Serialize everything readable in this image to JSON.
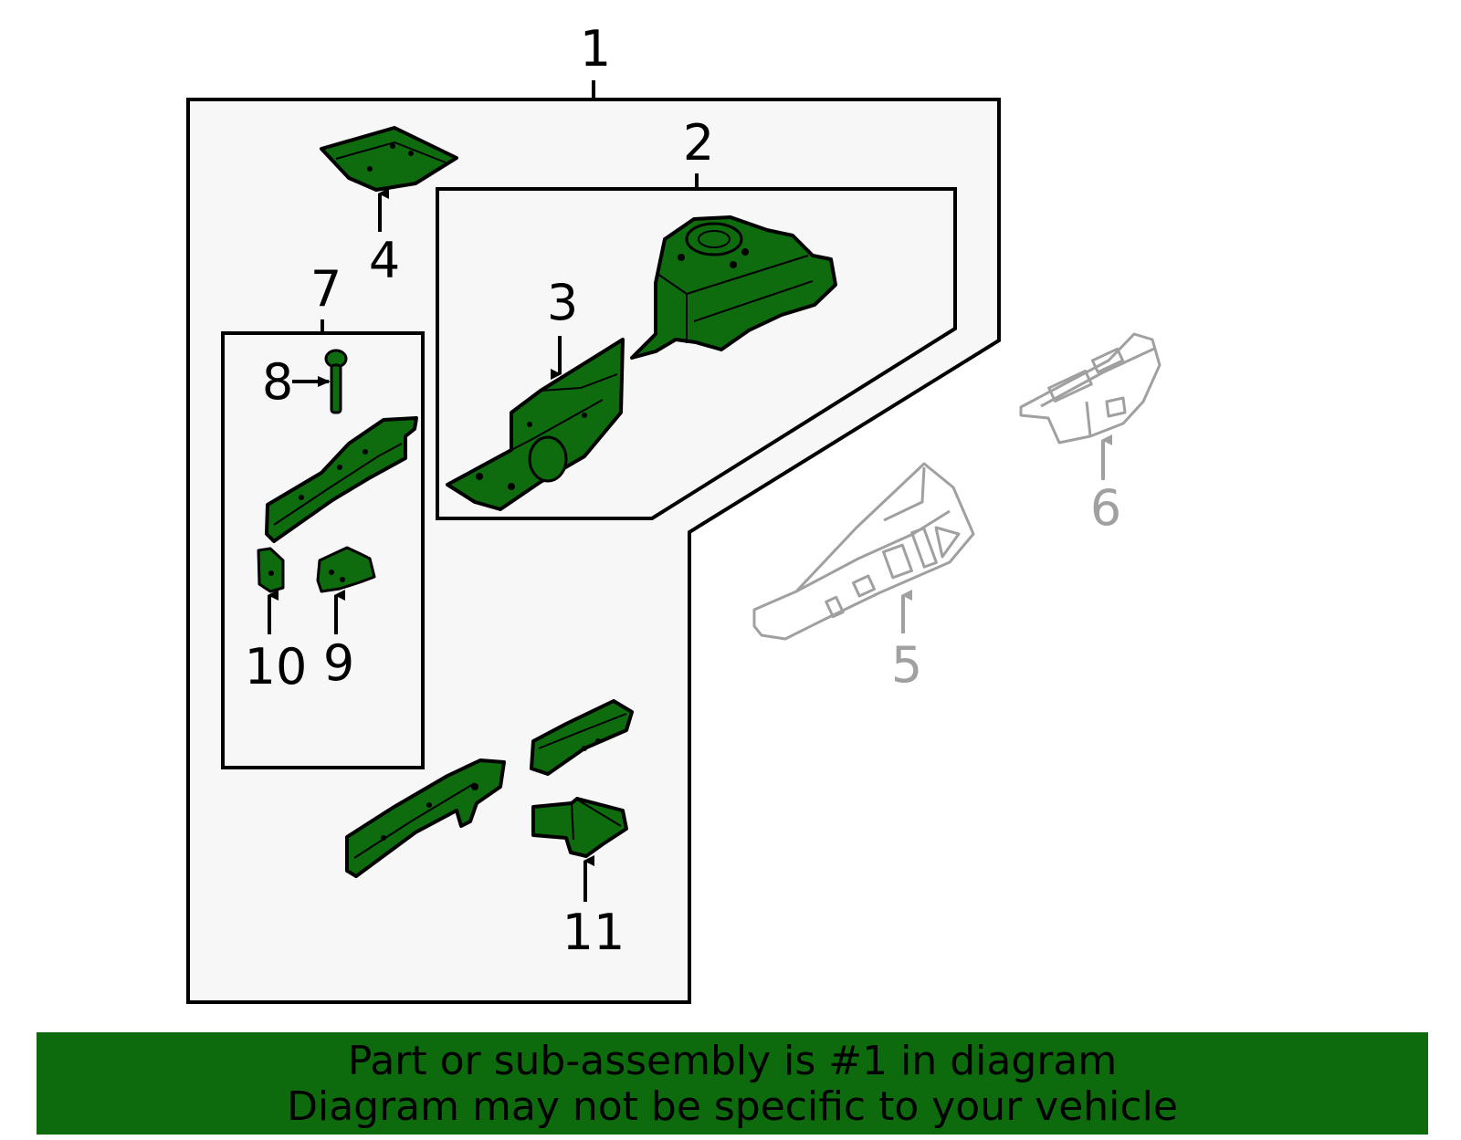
{
  "colors": {
    "part_fill": "#0e6b0e",
    "outline": "#000000",
    "box_fill": "#f7f7f7",
    "banner_bg": "#0d6b0d",
    "ghost_stroke": "#a0a0a0"
  },
  "callouts": {
    "c1": "1",
    "c2": "2",
    "c3": "3",
    "c4": "4",
    "c5": "5",
    "c6": "6",
    "c7": "7",
    "c8": "8",
    "c9": "9",
    "c10": "10",
    "c11": "11"
  },
  "banner": {
    "line1": "Part or sub-assembly is #1 in diagram",
    "line2": "Diagram may not be specific to your vehicle"
  }
}
